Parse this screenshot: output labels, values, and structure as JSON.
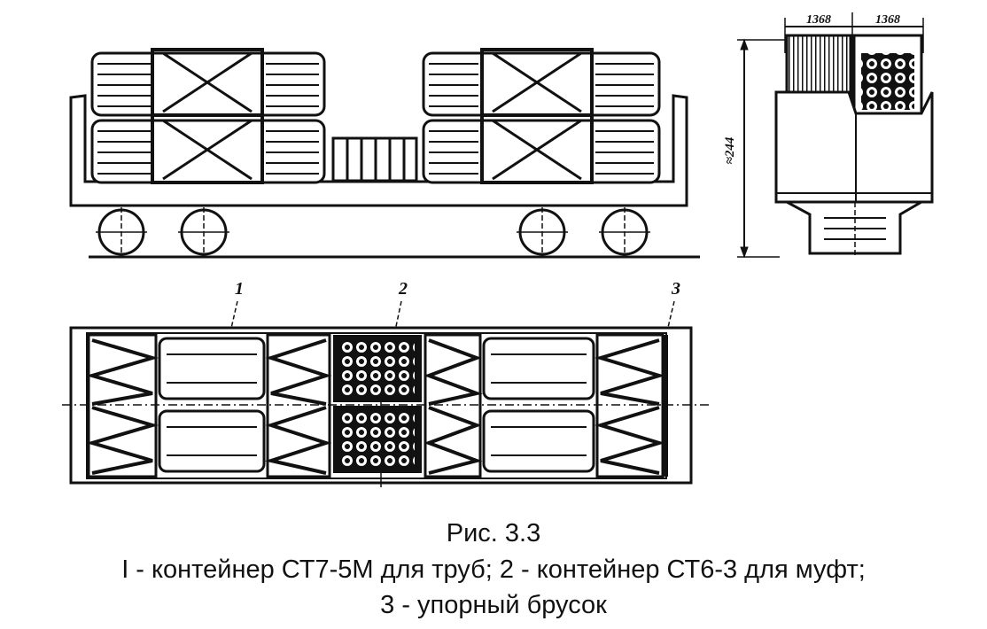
{
  "figure": {
    "title": "Рис. 3.3",
    "legend_line1": "I - контейнер СТ7-5М для труб; 2 - контейнер СТ6-3 для муфт;",
    "legend_line2": "3 - упорный брусок"
  },
  "end_view": {
    "width_label_left": "1368",
    "width_label_right": "1368",
    "height_label": "≈244"
  },
  "plan_view": {
    "callout_1": "1",
    "callout_2": "2",
    "callout_3": "3"
  }
}
